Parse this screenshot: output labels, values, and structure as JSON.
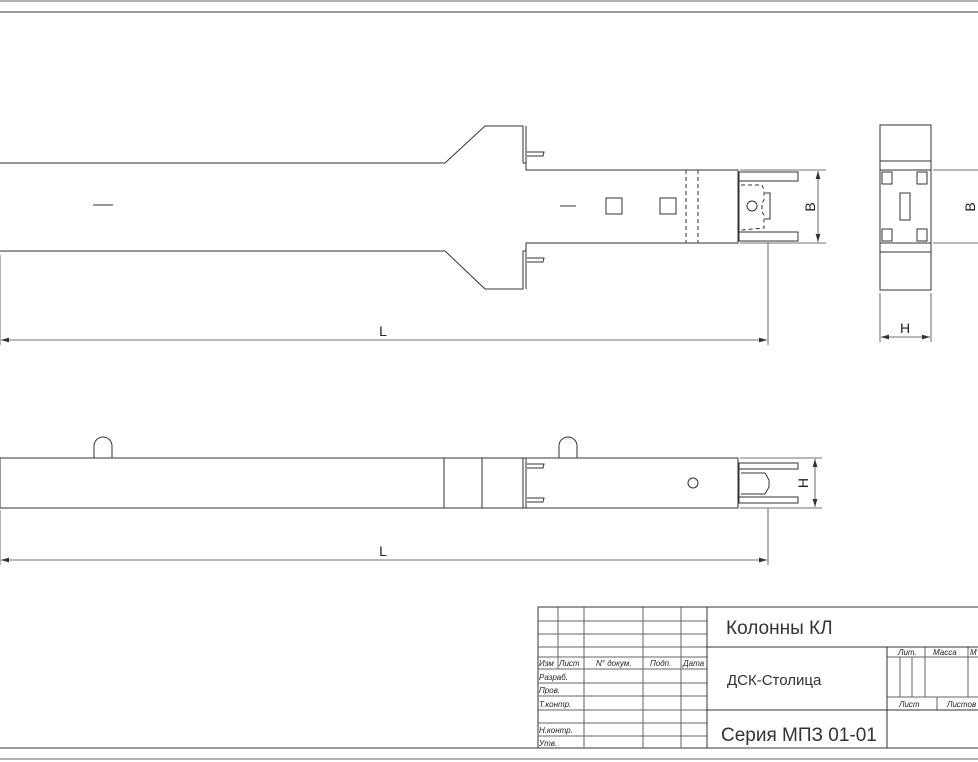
{
  "drawing": {
    "plan_view": {
      "length_label": "L",
      "width_label": "B"
    },
    "end_view": {
      "width_label": "B",
      "height_label": "H"
    },
    "side_view": {
      "length_label": "L",
      "height_label": "H"
    }
  },
  "title_block": {
    "title": "Колонны КЛ",
    "organization": "ДСК-Столица",
    "series": "Серия МПЗ 01-01",
    "headers": {
      "izm": "Изм",
      "list": "Лист",
      "doc_no": "N° докум.",
      "sign": "Подп.",
      "date": "Дата"
    },
    "roles": {
      "developed": "Разраб.",
      "checked": "Пров.",
      "tech_control": "Т.контр.",
      "norm_control": "Н.контр.",
      "approved": "Утв."
    },
    "right": {
      "lit": "Лит.",
      "mass": "Масса",
      "scale": "М",
      "sheet": "Лист",
      "sheets": "Листов"
    }
  }
}
